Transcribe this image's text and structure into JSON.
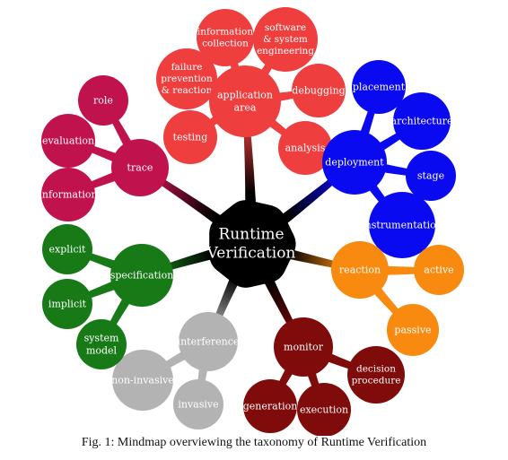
{
  "caption": "Fig. 1: Mindmap overviewing the taxonomy of Runtime Verification",
  "center": {
    "lines": [
      "Runtime",
      "Verification"
    ]
  },
  "colors": {
    "center": "#000000",
    "application_area": "#ef3e3e",
    "deployment": "#0a0af0",
    "reaction": "#f78a0f",
    "monitor": "#7f0b0b",
    "interference": "#b3b3b3",
    "specification": "#177a17",
    "trace": "#c0124d"
  },
  "branches": [
    {
      "id": "application-area",
      "color": "application_area",
      "lines": [
        "application",
        "area"
      ],
      "leaves": [
        {
          "id": "information-collection",
          "lines": [
            "information",
            "collection"
          ]
        },
        {
          "id": "software-system-engineering",
          "lines": [
            "software",
            "& system",
            "engineering"
          ]
        },
        {
          "id": "failure-prevention",
          "lines": [
            "failure",
            "prevention",
            "& reaction"
          ]
        },
        {
          "id": "debugging",
          "lines": [
            "debugging"
          ]
        },
        {
          "id": "testing",
          "lines": [
            "testing"
          ]
        },
        {
          "id": "analysis",
          "lines": [
            "analysis"
          ]
        }
      ]
    },
    {
      "id": "deployment",
      "color": "deployment",
      "lines": [
        "deployment"
      ],
      "leaves": [
        {
          "id": "placement",
          "lines": [
            "placement"
          ]
        },
        {
          "id": "architecture",
          "lines": [
            "architecture"
          ]
        },
        {
          "id": "stage",
          "lines": [
            "stage"
          ]
        },
        {
          "id": "instrumentation",
          "lines": [
            "instrumentation"
          ]
        }
      ]
    },
    {
      "id": "reaction",
      "color": "reaction",
      "lines": [
        "reaction"
      ],
      "leaves": [
        {
          "id": "active",
          "lines": [
            "active"
          ]
        },
        {
          "id": "passive",
          "lines": [
            "passive"
          ]
        }
      ]
    },
    {
      "id": "monitor",
      "color": "monitor",
      "lines": [
        "monitor"
      ],
      "leaves": [
        {
          "id": "decision-procedure",
          "lines": [
            "decision",
            "procedure"
          ]
        },
        {
          "id": "generation",
          "lines": [
            "generation"
          ]
        },
        {
          "id": "execution",
          "lines": [
            "execution"
          ]
        }
      ]
    },
    {
      "id": "interference",
      "color": "interference",
      "lines": [
        "interference"
      ],
      "leaves": [
        {
          "id": "non-invasive",
          "lines": [
            "non-invasive"
          ]
        },
        {
          "id": "invasive",
          "lines": [
            "invasive"
          ]
        }
      ]
    },
    {
      "id": "specification",
      "color": "specification",
      "lines": [
        "specification"
      ],
      "leaves": [
        {
          "id": "explicit",
          "lines": [
            "explicit"
          ]
        },
        {
          "id": "implicit",
          "lines": [
            "implicit"
          ]
        },
        {
          "id": "system-model",
          "lines": [
            "system",
            "model"
          ]
        }
      ]
    },
    {
      "id": "trace",
      "color": "trace",
      "lines": [
        "trace"
      ],
      "leaves": [
        {
          "id": "role",
          "lines": [
            "role"
          ]
        },
        {
          "id": "evaluation",
          "lines": [
            "evaluation"
          ]
        },
        {
          "id": "information",
          "lines": [
            "information"
          ]
        }
      ]
    }
  ]
}
